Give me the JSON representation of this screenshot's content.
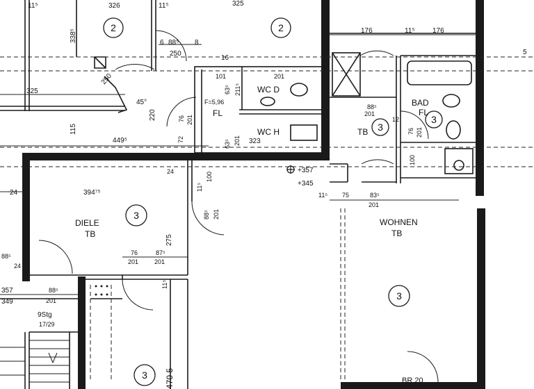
{
  "rooms": {
    "diele": {
      "name": "DIELE",
      "sub": "TB",
      "category": "3"
    },
    "wohnen": {
      "name": "WOHNEN",
      "sub": "TB",
      "category": "3"
    },
    "bad": {
      "name": "BAD",
      "sub": "FL",
      "category": "3"
    },
    "wc_d": {
      "name": "WC D"
    },
    "wc_h": {
      "name": "WC H"
    },
    "fl_small": {
      "name": "FL",
      "area": "F=5,96"
    },
    "tb_mid": {
      "name": "TB",
      "category": "3"
    },
    "top_left": {
      "category": "2"
    },
    "top_mid": {
      "category": "2"
    },
    "bottom": {
      "category": "3"
    },
    "br": {
      "name": "BR 20"
    }
  },
  "dimensions": {
    "d326": "326",
    "d325top": "325",
    "d325": "325",
    "d11_5a": "11⁵",
    "d11_5b": "11⁵",
    "d11_5c": "11⁵",
    "d11_5d": "11⁵",
    "d11_5e": "11⁵",
    "d11_5f": "11⁵",
    "d176a": "176",
    "d176b": "176",
    "d338": "338⁵",
    "d6": "6",
    "d88_5top": "88⁵",
    "d8": "8",
    "d250top": "250",
    "d250diag": "250",
    "d16": "16",
    "d101": "101",
    "d201a": "201",
    "d63_5": "63⁵",
    "d211_5": "211⁵",
    "d76a": "76",
    "d201b": "201",
    "d220": "220",
    "d45": "45°",
    "d449": "449⁵",
    "d115": "115",
    "d72": "72",
    "d63_5b": "63⁵",
    "d201c": "201",
    "d323": "323",
    "d88_5bad": "88⁵",
    "d201bad": "201",
    "d12": "12",
    "d76bad": "76",
    "d201bad2": "201",
    "d100bad": "100",
    "e357": "+357",
    "e345": "+345",
    "d75": "75",
    "d83_5": "83⁵",
    "d201d": "201",
    "d394": "394⁷⁵",
    "d24a": "24",
    "d24b": "24",
    "d100": "100",
    "d88_5c": "88⁵",
    "d201e": "201",
    "d275": "275",
    "d76b": "76",
    "d201f": "201",
    "d87_5": "87⁵",
    "d201g": "201",
    "d357": "357",
    "d349": "349",
    "d88_5d": "88⁵",
    "d201h": "201",
    "d88_5e": "88⁵",
    "d9stg": "9Stg",
    "d17_29": "17/29",
    "d470": "470 5",
    "d24c": "24",
    "m5": "5"
  }
}
